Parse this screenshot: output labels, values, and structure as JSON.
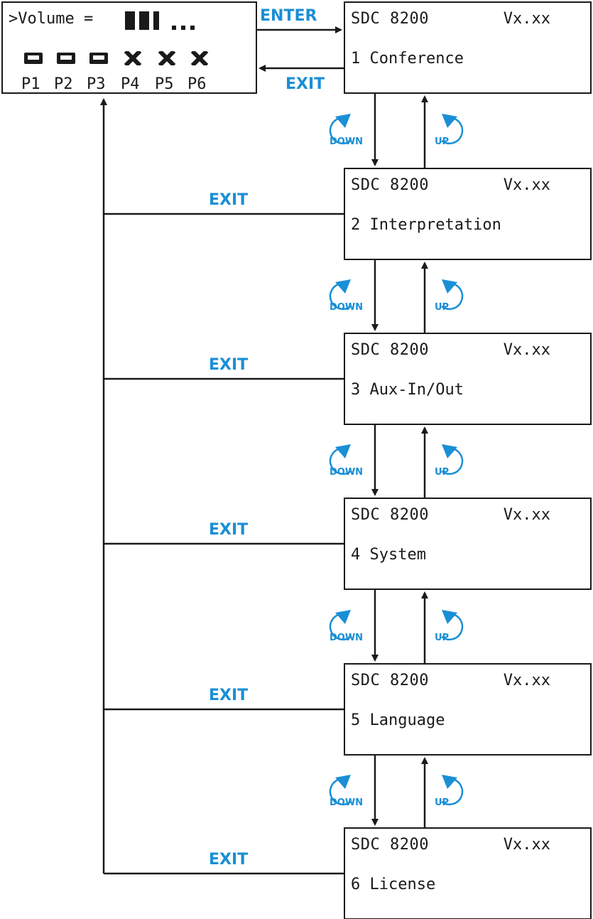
{
  "status_screen": {
    "volume_label": ">Volume =",
    "volume_level": {
      "filled": 3,
      "empty": 3
    },
    "port_status": [
      "connected",
      "connected",
      "connected",
      "disconnected",
      "disconnected",
      "disconnected"
    ],
    "ports": [
      "P1",
      "P2",
      "P3",
      "P4",
      "P5",
      "P6"
    ]
  },
  "labels": {
    "enter": "ENTER",
    "exit": "EXIT",
    "down": "DOWN",
    "up": "UP"
  },
  "menu_screens": [
    {
      "model": "SDC 8200",
      "version": "Vx.xx",
      "item": "1 Conference"
    },
    {
      "model": "SDC 8200",
      "version": "Vx.xx",
      "item": "2 Interpretation"
    },
    {
      "model": "SDC 8200",
      "version": "Vx.xx",
      "item": "3 Aux-In/Out"
    },
    {
      "model": "SDC 8200",
      "version": "Vx.xx",
      "item": "4 System"
    },
    {
      "model": "SDC 8200",
      "version": "Vx.xx",
      "item": "5 Language"
    },
    {
      "model": "SDC 8200",
      "version": "Vx.xx",
      "item": "6 License"
    }
  ],
  "colors": {
    "accent": "#1a8fd6",
    "line": "#1a1a1a"
  },
  "icons": {
    "down": "rotate-down-icon",
    "up": "rotate-up-icon",
    "connected": "port-connected-icon",
    "disconnected": "port-disconnected-icon"
  }
}
